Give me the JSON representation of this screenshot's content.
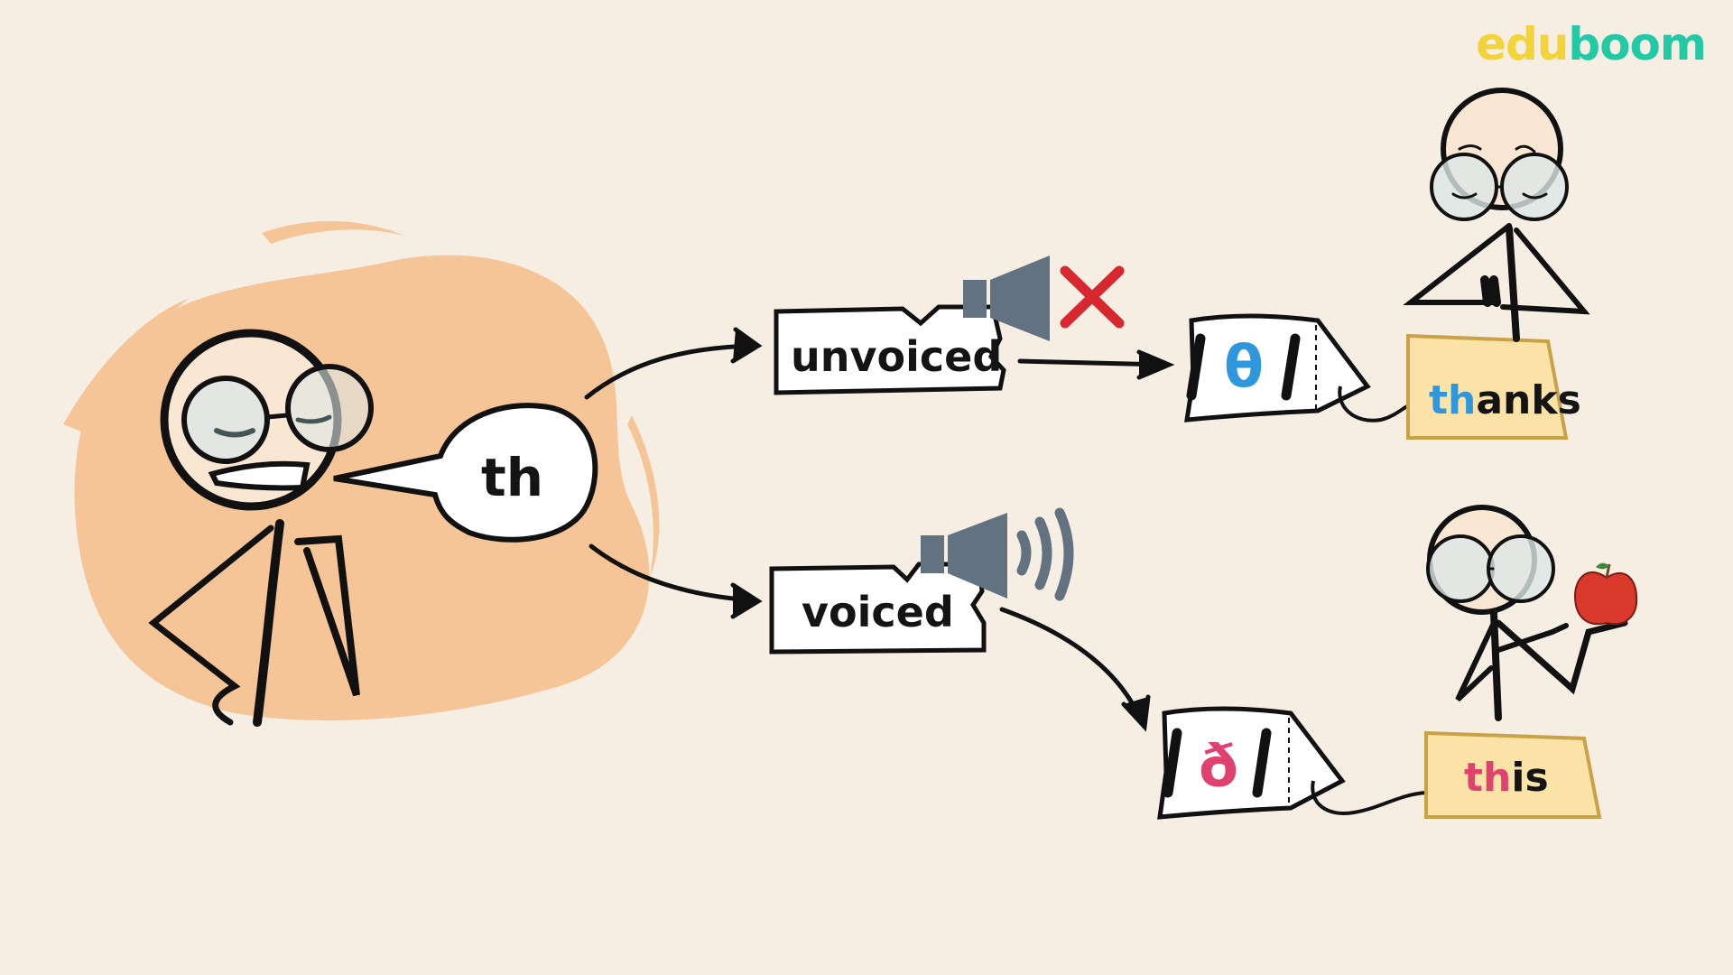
{
  "brand": {
    "logo_part1": "edu",
    "logo_part2": "boom",
    "colors": {
      "edu": "#f2d33a",
      "boom": "#22c9a5"
    }
  },
  "speech_bubble": {
    "text": "th"
  },
  "branches": [
    {
      "label": "unvoiced",
      "speaker_state": "muted",
      "speaker_icon": "speaker-muted-icon",
      "indicator_icon": "red-x-icon",
      "ipa_symbol": "θ",
      "ipa_slashes": [
        "/",
        "/"
      ],
      "ipa_color": "#2f97dc",
      "example_word": {
        "highlight": "th",
        "rest": "anks",
        "full": "thanks"
      }
    },
    {
      "label": "voiced",
      "speaker_state": "sounding",
      "speaker_icon": "speaker-sound-waves-icon",
      "ipa_symbol": "ð",
      "ipa_slashes": [
        "/",
        "/"
      ],
      "ipa_color": "#e0416f",
      "example_word": {
        "highlight": "th",
        "rest": "is",
        "full": "this"
      }
    }
  ],
  "colors": {
    "background": "#f6eee2",
    "blob": "#f6c597",
    "speaker": "#627281",
    "x_mark": "#d7282f",
    "word_card": "#fbe3a8",
    "word_card_border": "#c9a248"
  }
}
